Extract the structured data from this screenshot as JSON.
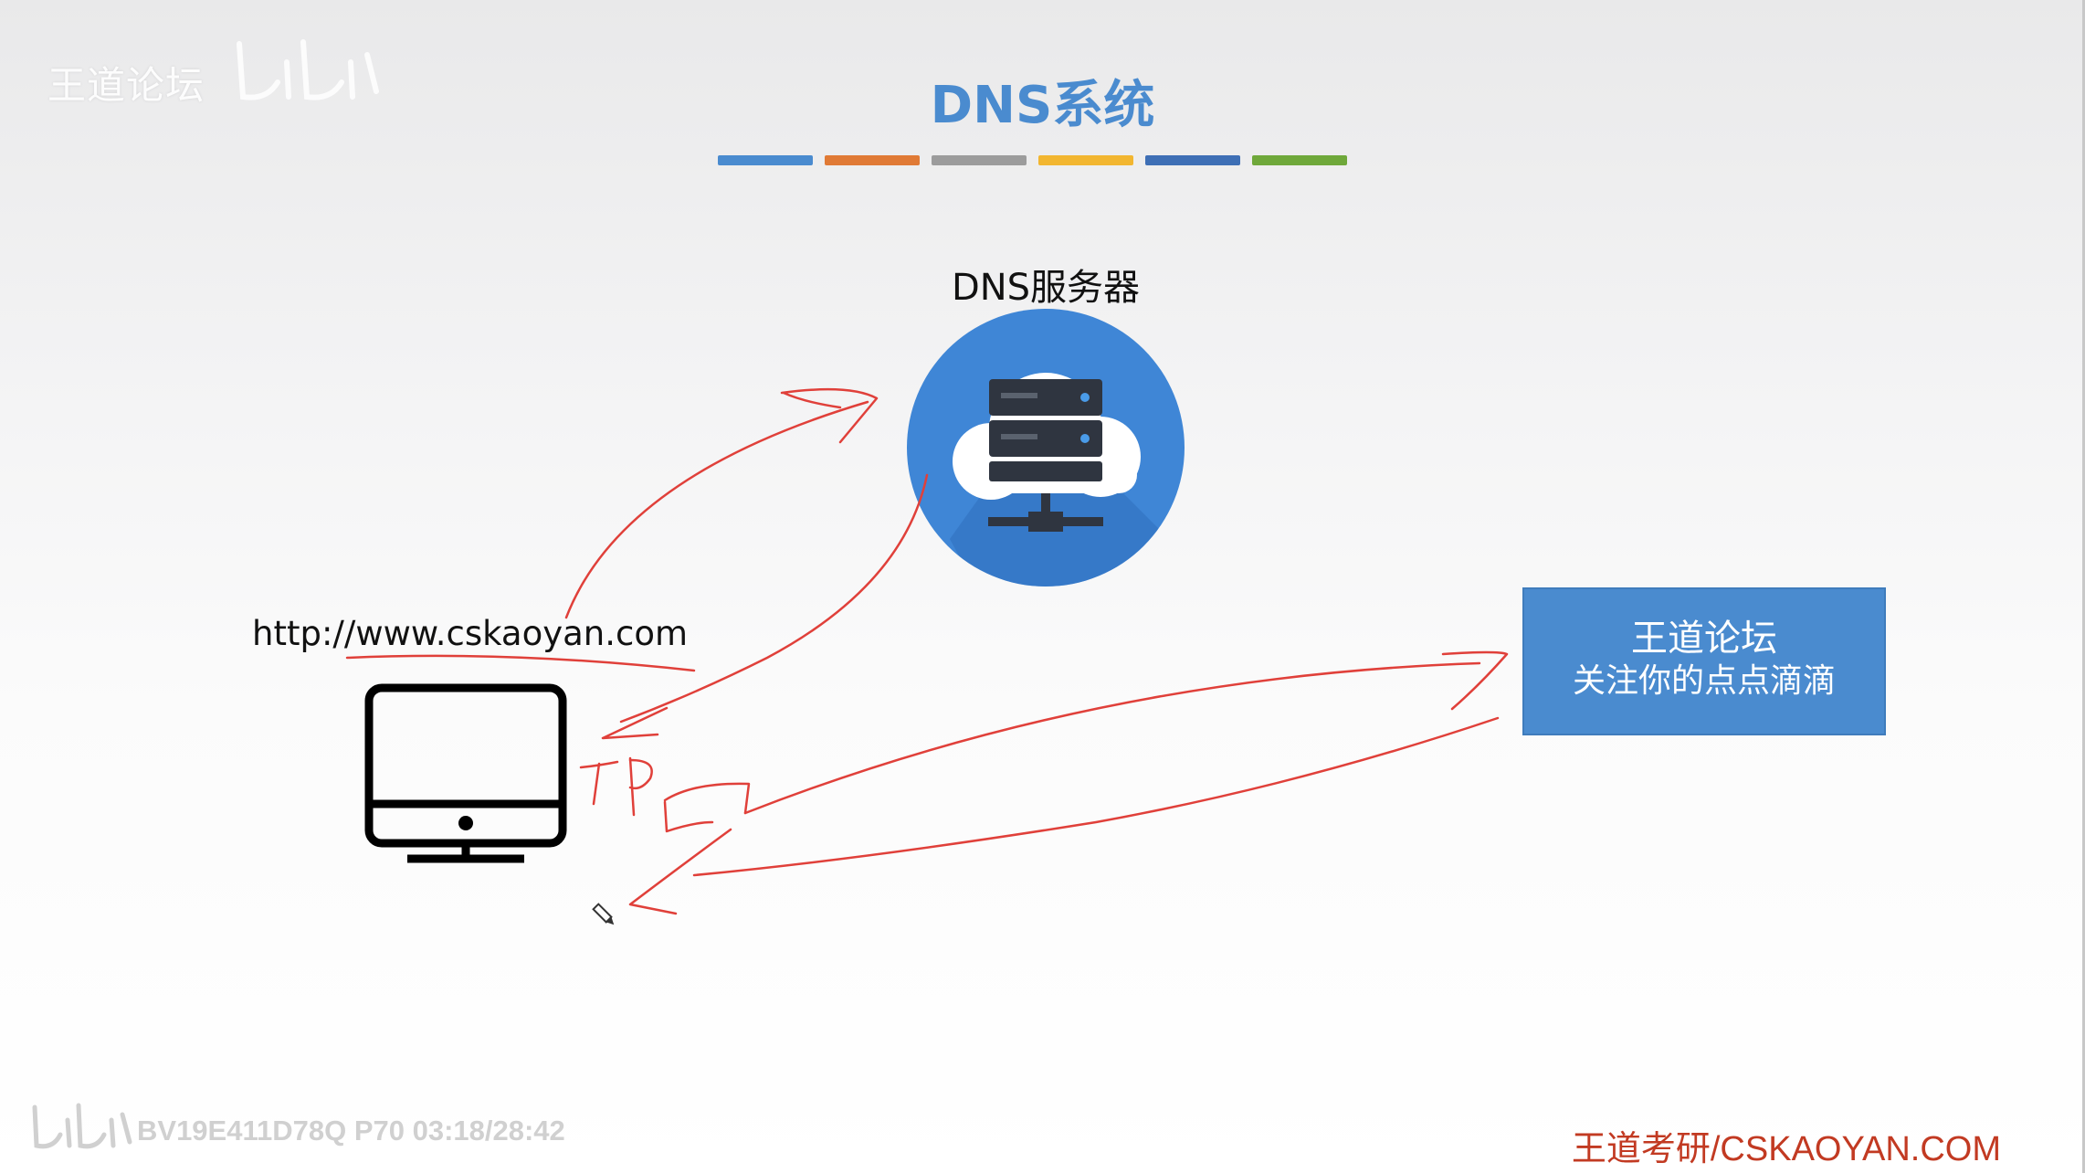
{
  "watermark": {
    "text": "王道论坛",
    "logo": "bilibili-logo"
  },
  "slide": {
    "title": "DNS系统",
    "color_bars": [
      "#4a8bcf",
      "#e07a35",
      "#9c9c9c",
      "#f2b630",
      "#3e6fb5",
      "#6fa83a"
    ]
  },
  "diagram": {
    "dns_server_label": "DNS服务器",
    "dns_server_icon": "cloud-server-icon",
    "url_text": "http://www.cskaoyan.com",
    "computer_icon": "desktop-monitor-icon",
    "server_box": {
      "line1": "王道论坛",
      "line2": "关注你的点点滴滴",
      "color": "#4a8bcf"
    },
    "annotations": {
      "handwritten": "IP",
      "ink_color": "#e0403a"
    }
  },
  "footer": {
    "video_code": "BV19E411D78Q P70 03:18/28:42",
    "brand": "王道考研/CSKAOYAN.COM"
  },
  "cursor": "pen-cursor-icon"
}
